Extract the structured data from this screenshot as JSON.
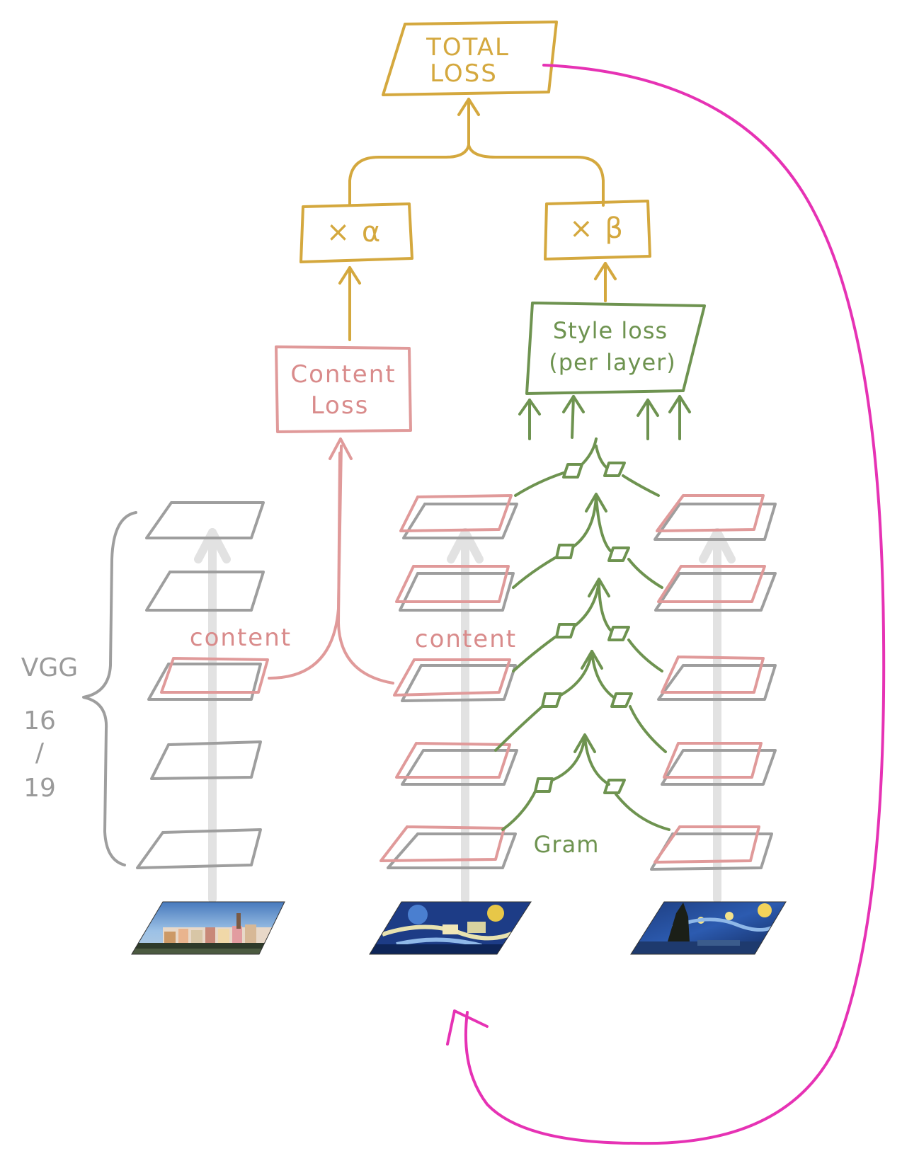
{
  "total_loss": {
    "line1": "TOTAL",
    "line2": "LOSS"
  },
  "alpha_box": {
    "label": "× α"
  },
  "beta_box": {
    "label": "× β"
  },
  "content_loss": {
    "line1": "Content",
    "line2": "Loss"
  },
  "style_loss": {
    "line1": "Style loss",
    "line2": "(per layer)"
  },
  "vgg_label": {
    "line1": "VGG",
    "line2": "16",
    "line3": "/",
    "line4": "19"
  },
  "content_tap_left": "content",
  "content_tap_middle": "content",
  "gram_label": "Gram",
  "colors": {
    "total_loss": "#d4a83e",
    "content_loss": "#e09a9a",
    "style_loss": "#6e9350",
    "vgg_layers": "#9e9e9e",
    "feedback_arrow": "#e632b4"
  },
  "images": {
    "content_image": "photo of riverside town houses",
    "generated_image": "stylized town in swirling blue brushstrokes",
    "style_image": "starry night painting"
  }
}
